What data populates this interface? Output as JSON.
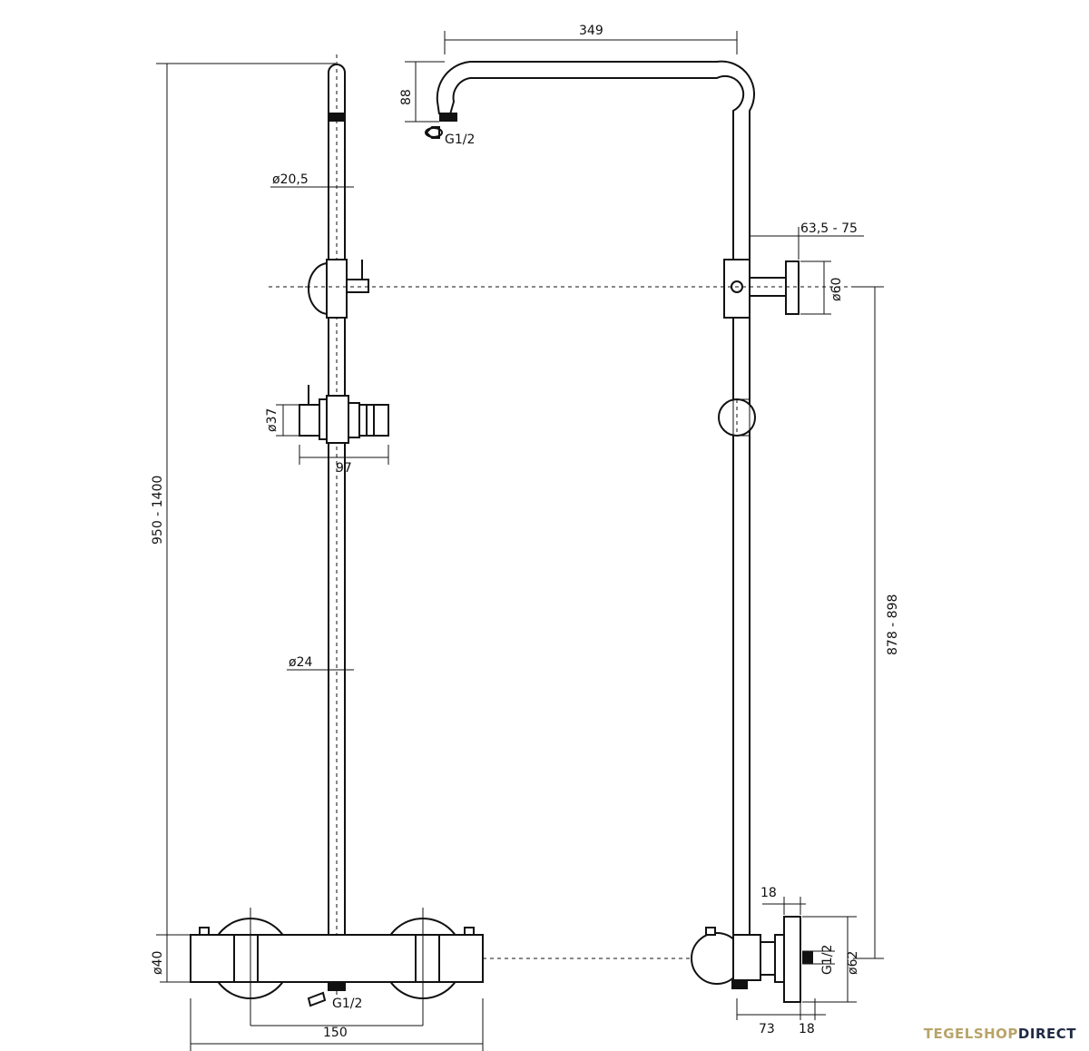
{
  "dimensions": {
    "top_width": "349",
    "head_drop": "88",
    "head_thread": "G1/2",
    "rail_dia_top": "ø20,5",
    "offset_range": "63,5 - 75",
    "bracket_dia": "ø60",
    "holder_dia": "ø37",
    "holder_width": "97",
    "height_range": "950 - 1400",
    "rail_dia": "ø24",
    "wall_range": "878 - 898",
    "valve_dia": "ø40",
    "outlet_thread": "G1/2",
    "center_dist": "150",
    "conn_18_top": "18",
    "conn_thread": "G1/2",
    "conn_dia": "ø62",
    "conn_73": "73",
    "conn_18_bottom": "18"
  },
  "brand": {
    "part1": "TEGELSHOP",
    "part2": "DIRECT"
  }
}
